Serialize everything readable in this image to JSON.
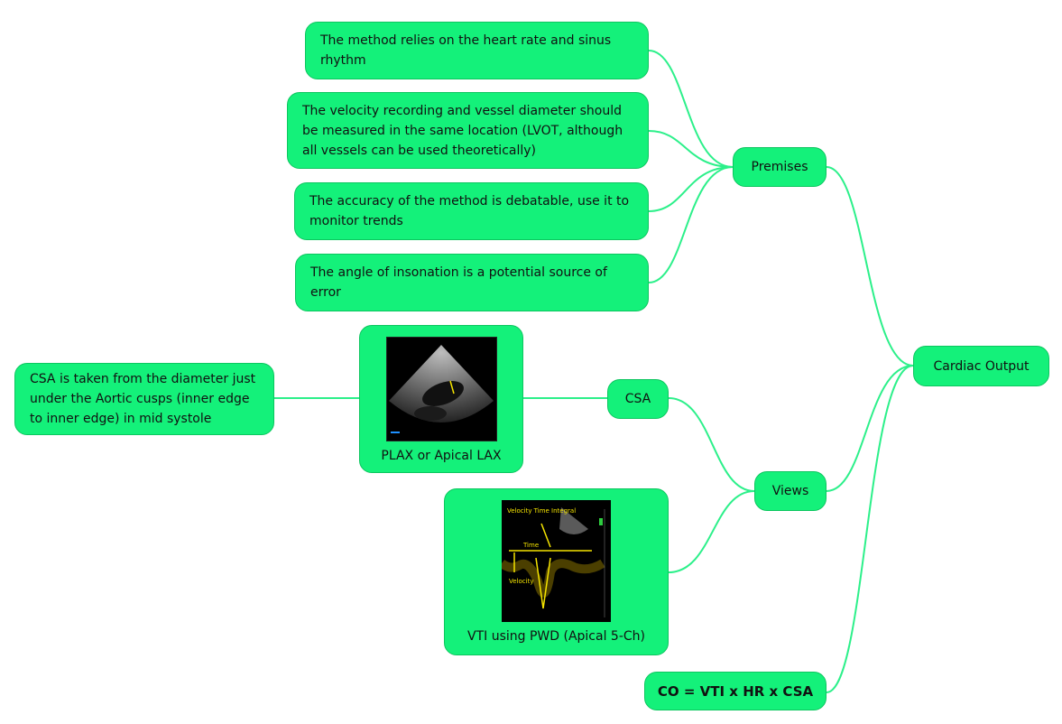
{
  "diagram": {
    "root": {
      "label": "Cardiac Output"
    },
    "premises": {
      "label": "Premises",
      "items": [
        "The method relies on the heart rate and sinus rhythm",
        "The velocity recording and vessel diameter should be measured in the same location (LVOT, although all vessels can be used theoretically)",
        "The accuracy of the method is debatable, use it to monitor trends",
        "The angle of insonation is a potential source of error"
      ]
    },
    "views": {
      "label": "Views",
      "csa": {
        "label": "CSA",
        "image_caption": "PLAX or Apical LAX",
        "note": "CSA is taken from the diameter just under the Aortic cusps (inner edge to inner edge) in mid systole"
      },
      "vti": {
        "image_caption": "VTI using PWD (Apical 5-Ch)",
        "image_annotations": {
          "title": "Velocity Time Integral",
          "time": "Time",
          "velocity": "Velocity"
        }
      }
    },
    "formula": "CO = VTI x HR x CSA",
    "colors": {
      "node_fill": "#14f17a",
      "node_border": "#0cc65f",
      "connector": "#2cf08a"
    }
  }
}
